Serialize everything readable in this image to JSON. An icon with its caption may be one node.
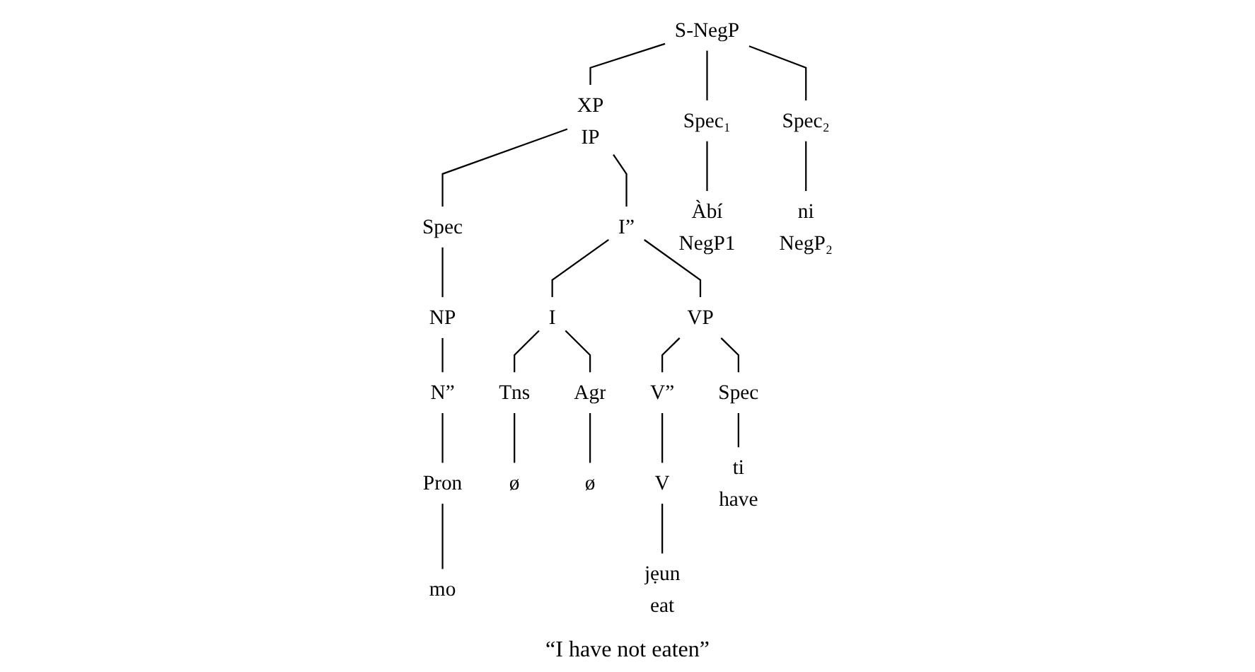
{
  "diagram": {
    "caption": "“I have not eaten”",
    "nodes": [
      {
        "text": [
          "S-NegP"
        ]
      },
      {
        "text": [
          "Spec₁"
        ]
      },
      {
        "text": [
          "XP",
          "IP"
        ]
      },
      {
        "text": [
          "Spec₂"
        ]
      },
      {
        "text": [
          "Spec"
        ]
      },
      {
        "text": [
          "I”"
        ]
      },
      {
        "text": [
          "NP"
        ]
      },
      {
        "text": [
          "I"
        ]
      },
      {
        "text": [
          "VP"
        ]
      },
      {
        "text": [
          "N”"
        ]
      },
      {
        "text": [
          "Tns"
        ]
      },
      {
        "text": [
          "Agr"
        ]
      },
      {
        "text": [
          "Spec"
        ]
      },
      {
        "text": [
          "V”"
        ]
      },
      {
        "text": [
          "Pron"
        ]
      },
      {
        "text": [
          "ø"
        ]
      },
      {
        "text": [
          "ø"
        ]
      },
      {
        "text": [
          "V"
        ]
      },
      {
        "text": [
          "Àbí",
          "NegP1"
        ]
      },
      {
        "text": [
          "mo"
        ]
      },
      {
        "text": [
          "ti",
          "have"
        ]
      },
      {
        "text": [
          "jẹun",
          "eat"
        ]
      },
      {
        "text": [
          "ni",
          "NegP₂"
        ]
      }
    ],
    "edges": [
      {
        "from": 0,
        "to": 1,
        "arrow": "none"
      },
      {
        "from": 0,
        "to": 2,
        "arrow": "none"
      },
      {
        "from": 0,
        "to": 3,
        "arrow": "none"
      },
      {
        "from": 1,
        "to": 18,
        "arrow": "none"
      },
      {
        "from": 2,
        "to": 4,
        "arrow": "none"
      },
      {
        "from": 2,
        "to": 5,
        "arrow": "none"
      },
      {
        "from": 4,
        "to": 6,
        "arrow": "none"
      },
      {
        "from": 6,
        "to": 9,
        "arrow": "none"
      },
      {
        "from": 9,
        "to": 14,
        "arrow": "none"
      },
      {
        "from": 14,
        "to": 19,
        "arrow": "none"
      },
      {
        "from": 5,
        "to": 7,
        "arrow": "none"
      },
      {
        "from": 5,
        "to": 8,
        "arrow": "none"
      },
      {
        "from": 7,
        "to": 10,
        "arrow": "none"
      },
      {
        "from": 7,
        "to": 11,
        "arrow": "none"
      },
      {
        "from": 10,
        "to": 15,
        "arrow": "none"
      },
      {
        "from": 11,
        "to": 16,
        "arrow": "none"
      },
      {
        "from": 8,
        "to": 12,
        "arrow": "none"
      },
      {
        "from": 8,
        "to": 13,
        "arrow": "none"
      },
      {
        "from": 12,
        "to": 20,
        "arrow": "none"
      },
      {
        "from": 13,
        "to": 17,
        "arrow": "none"
      },
      {
        "from": 17,
        "to": 21,
        "arrow": "none"
      },
      {
        "from": 3,
        "to": 22,
        "arrow": "none"
      }
    ]
  }
}
